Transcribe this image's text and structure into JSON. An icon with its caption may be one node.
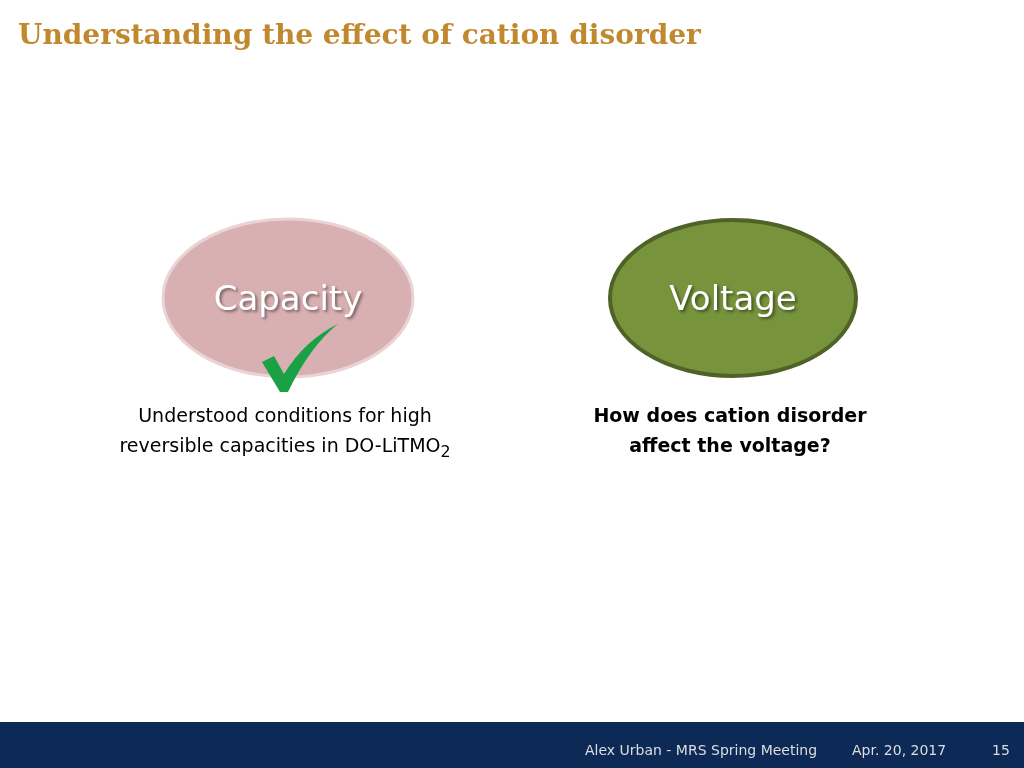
{
  "diagram": {
    "title": "Understanding the effect of cation disorder",
    "nodes": [
      {
        "text": [
          "Capacity"
        ],
        "beside": [
          "Understood conditions for high reversible capacities in DO-LiTMO$_{2}$"
        ]
      },
      {
        "text": [
          "Voltage"
        ],
        "beside": [
          "**How does cation disorder affect the voltage?**"
        ]
      }
    ],
    "edges": [],
    "labels": [
      "Alex Urban - MRS Spring Meeting",
      "Apr. 20, 2017",
      "15"
    ]
  }
}
